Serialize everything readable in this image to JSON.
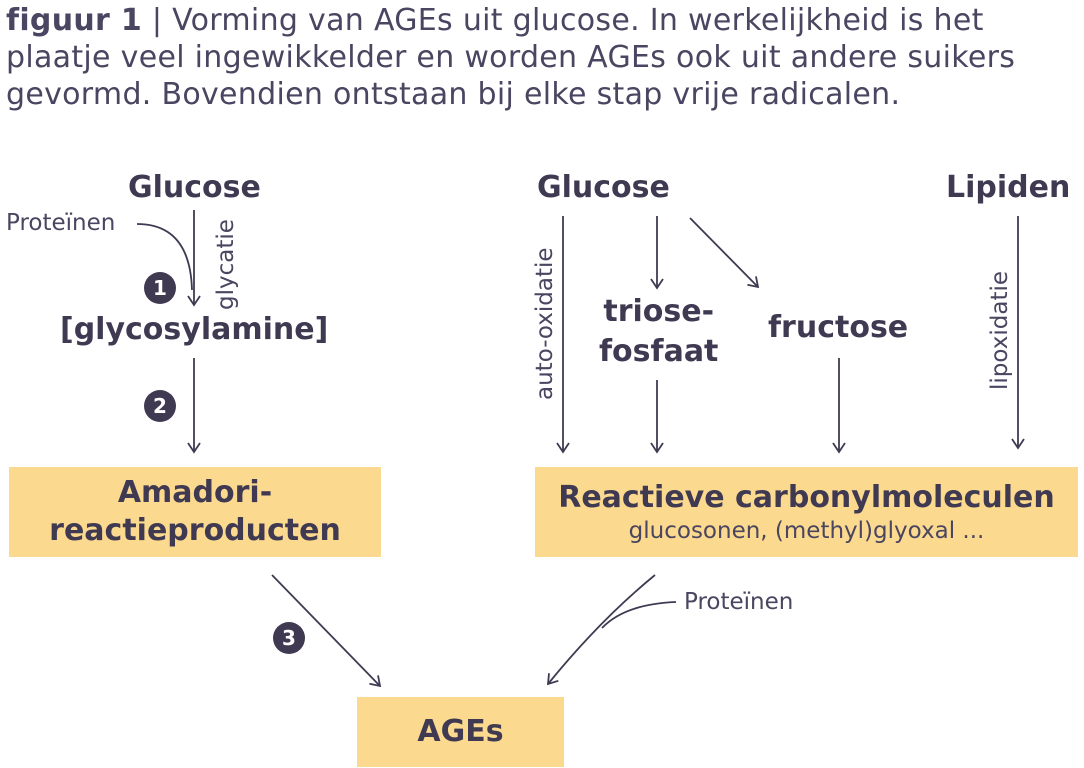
{
  "caption": {
    "label": "figuur 1",
    "separator": "|",
    "text": "Vorming van AGEs uit glucose. In werkelijkheid is het plaatje veel ingewikkelder en worden AGEs ook uit andere suikers gevormd. Bovendien ontstaan bij elke stap vrije radicalen."
  },
  "left": {
    "glucose": "Glucose",
    "proteins": "Proteïnen",
    "glycation": "glycatie",
    "step1": "1",
    "glycosylamine": "[glycosylamine]",
    "step2": "2",
    "amadori_line1": "Amadori-",
    "amadori_line2": "reactieproducten",
    "step3": "3"
  },
  "right": {
    "glucose": "Glucose",
    "lipids": "Lipiden",
    "autoxidation": "auto-oxidatie",
    "triose_line1": "triose-",
    "triose_line2": "fosfaat",
    "fructose": "fructose",
    "lipoxidation": "lipoxidatie",
    "carbonyl_title": "Reactieve carbonylmoleculen",
    "carbonyl_sub": "glucosonen, (methyl)glyoxal ...",
    "proteins": "Proteïnen"
  },
  "ages": "AGEs",
  "colors": {
    "box": "#fbd98e",
    "ink": "#3f3a52"
  }
}
